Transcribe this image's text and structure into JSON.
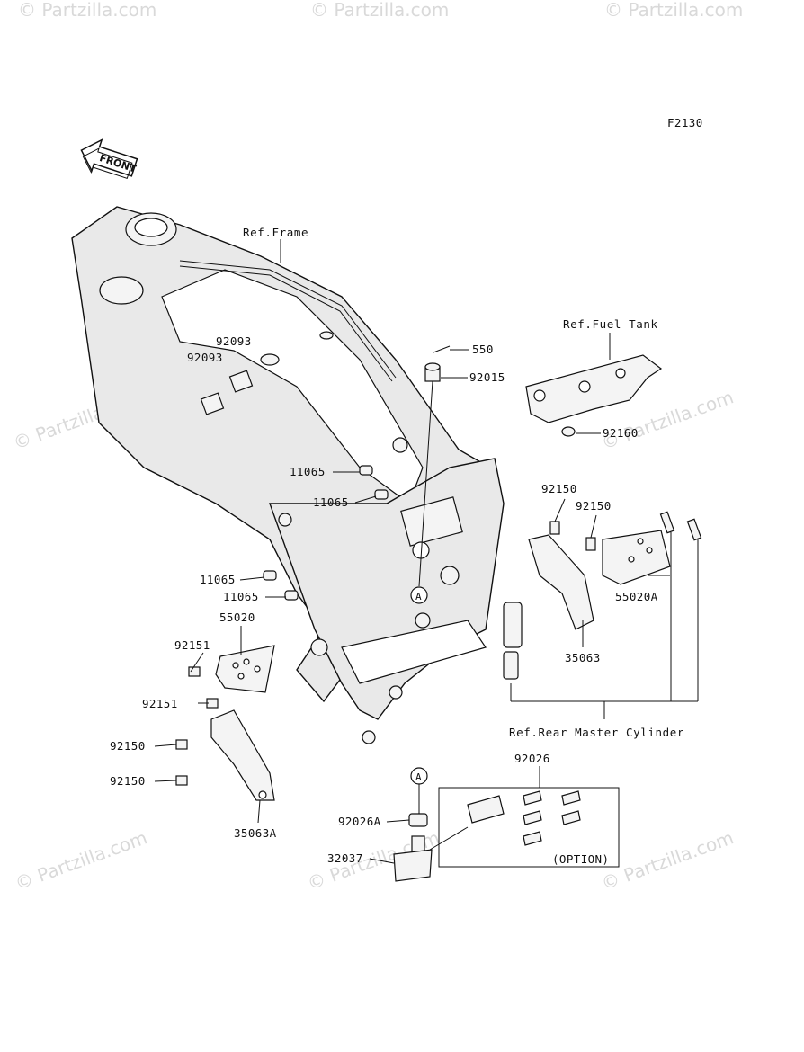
{
  "diagram_code": "F2130",
  "front_label": "FRONT",
  "watermark": "© Partzilla.com",
  "refs": {
    "frame": "Ref.Frame",
    "fuel_tank": "Ref.Fuel Tank",
    "rear_master_cylinder": "Ref.Rear Master Cylinder"
  },
  "callouts": {
    "p550": "550",
    "p92015": "92015",
    "p92093a": "92093",
    "p92093b": "92093",
    "p92160": "92160",
    "p11065a": "11065",
    "p11065b": "11065",
    "p11065c": "11065",
    "p11065d": "11065",
    "p92150a": "92150",
    "p92150b": "92150",
    "p55020A": "55020A",
    "p35063": "35063",
    "p55020": "55020",
    "p92151a": "92151",
    "p92151b": "92151",
    "p92150c": "92150",
    "p92150d": "92150",
    "p35063A": "35063A",
    "p92026": "92026",
    "p92026A": "92026A",
    "p32037": "32037",
    "option": "(OPTION)",
    "circle_a_top": "A",
    "circle_a_bottom": "A"
  }
}
